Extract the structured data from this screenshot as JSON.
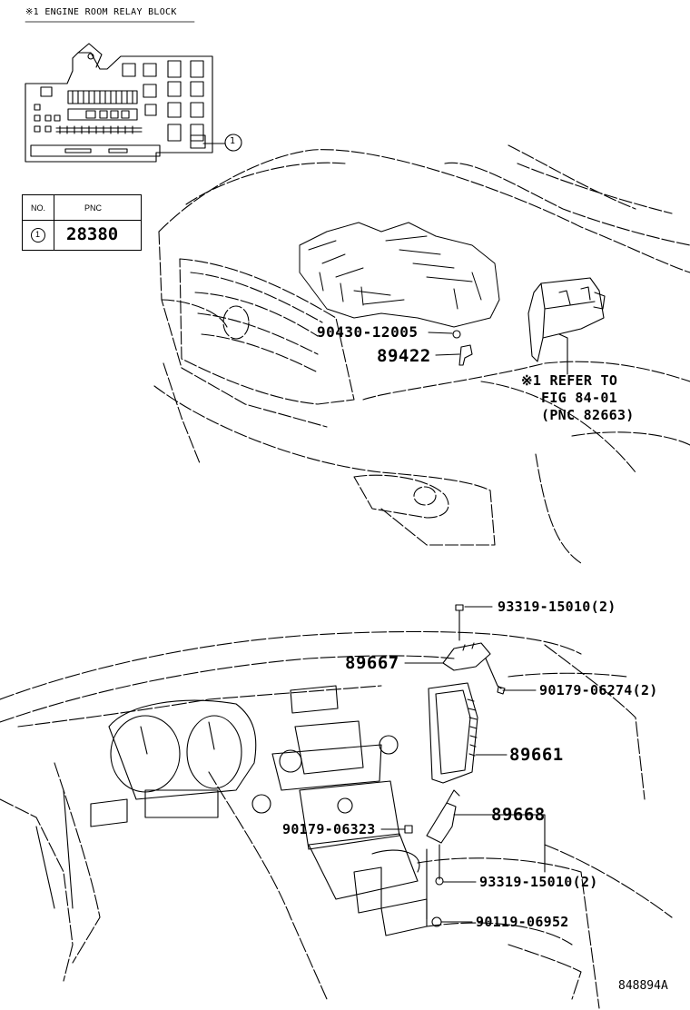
{
  "header_note": "※1 ENGINE ROOM RELAY BLOCK",
  "table": {
    "col_no": "NO.",
    "col_pnc": "PNC",
    "row_no": "1",
    "row_pnc": "28380"
  },
  "callout_1": "1",
  "parts_top": {
    "p1": "90430-12005",
    "p2": "89422"
  },
  "refer": {
    "line1": "※1 REFER TO",
    "line2": "FIG 84-01",
    "line3": "(PNC 82663)"
  },
  "parts_bottom": {
    "p1": "93319-15010(2)",
    "p2": "89667",
    "p3": "90179-06274(2)",
    "p4": "89661",
    "p5": "89668",
    "p6": "90179-06323",
    "p7": "93319-15010(2)",
    "p8": "90119-06952"
  },
  "figure_code": "848894A"
}
